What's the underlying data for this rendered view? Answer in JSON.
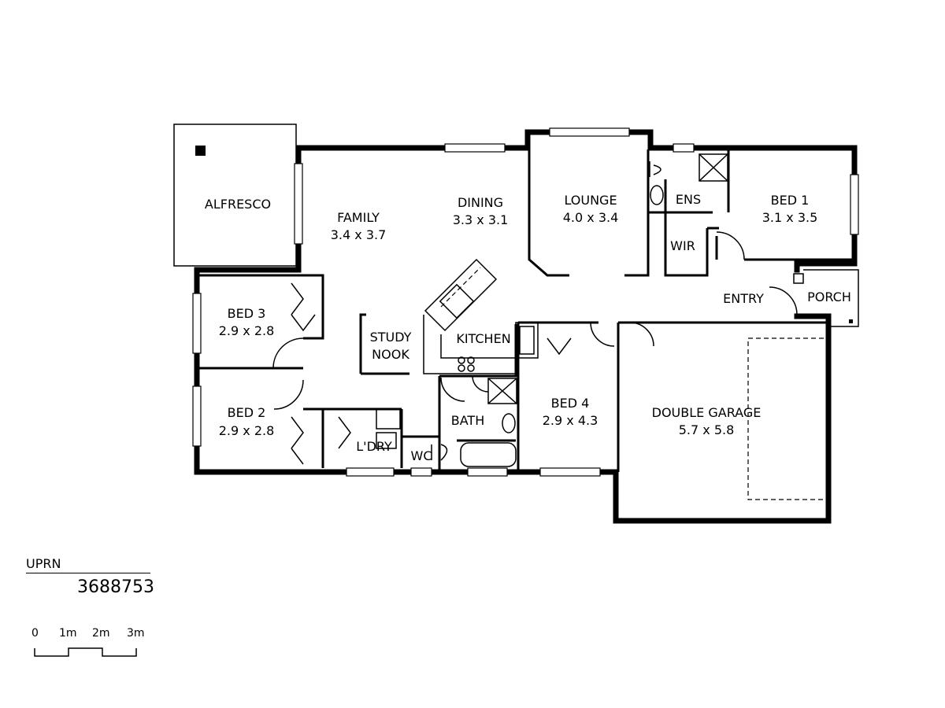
{
  "rooms": {
    "alfresco": {
      "name": "ALFRESCO"
    },
    "family": {
      "name": "FAMILY",
      "size": "3.4  x  3.7"
    },
    "dining": {
      "name": "DINING",
      "size": "3.3  x  3.1"
    },
    "lounge": {
      "name": "LOUNGE",
      "size": "4.0  x  3.4"
    },
    "ens": {
      "name": "ENS"
    },
    "bed1": {
      "name": "BED  1",
      "size": "3.1  x  3.5"
    },
    "wir": {
      "name": "WIR"
    },
    "entry": {
      "name": "ENTRY"
    },
    "porch": {
      "name": "PORCH"
    },
    "bed3": {
      "name": "BED  3",
      "size": "2.9  x  2.8"
    },
    "study": {
      "name": "STUDY",
      "name2": "NOOK"
    },
    "kitchen": {
      "name": "KITCHEN"
    },
    "bed2": {
      "name": "BED  2",
      "size": "2.9  x  2.8"
    },
    "laundry": {
      "name": "L'DRY"
    },
    "wc": {
      "name": "WC"
    },
    "bath": {
      "name": "BATH"
    },
    "bed4": {
      "name": "BED  4",
      "size": "2.9  x  4.3"
    },
    "garage": {
      "name": "DOUBLE  GARAGE",
      "size": "5.7  x  5.8"
    }
  },
  "uprn": {
    "label": "UPRN",
    "value": "3688753"
  },
  "scale": {
    "ticks": [
      "0",
      "1m",
      "2m",
      "3m"
    ]
  }
}
